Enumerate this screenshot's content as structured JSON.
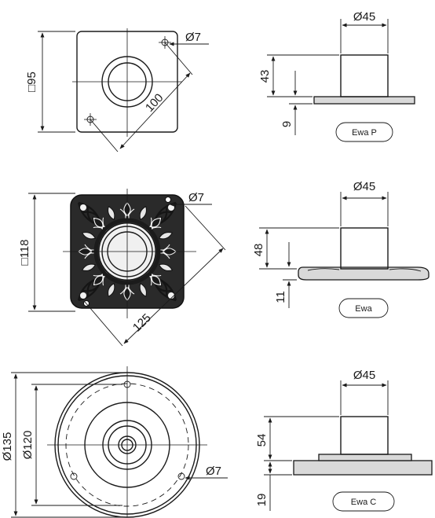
{
  "views": {
    "ewa_p": {
      "label": "Ewa P",
      "side": "□95",
      "diagonal": "100",
      "hole": "Ø7",
      "tube_diameter": "Ø45",
      "tube_height": "43",
      "plate_thickness": "9"
    },
    "ewa": {
      "label": "Ewa",
      "side": "□118",
      "diagonal": "125",
      "hole": "Ø7",
      "tube_diameter": "Ø45",
      "tube_height": "48",
      "plate_thickness": "11"
    },
    "ewa_c": {
      "label": "Ewa C",
      "outer_diameter": "Ø135",
      "hole_circle": "Ø120",
      "hole": "Ø7",
      "tube_diameter": "Ø45",
      "tube_height": "54",
      "plate_thickness": "19"
    }
  }
}
